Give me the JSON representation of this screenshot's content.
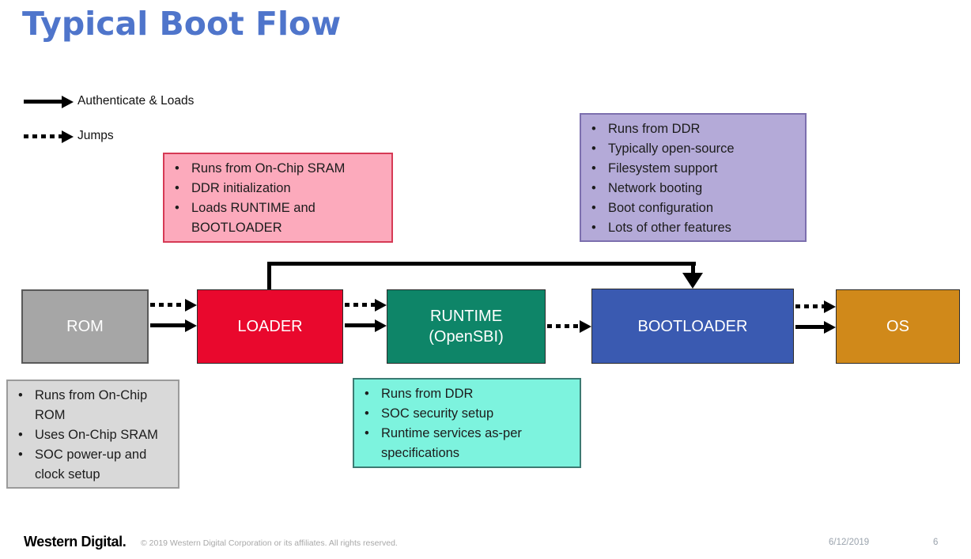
{
  "title": {
    "text": "Typical Boot Flow",
    "color": "#4f75cb"
  },
  "legend": {
    "authenticate_label": "Authenticate & Loads",
    "jumps_label": "Jumps"
  },
  "nodes": {
    "rom": {
      "label": "ROM",
      "fill": "#a6a6a6",
      "border": "#595959"
    },
    "loader": {
      "label": "LOADER",
      "fill": "#e9082d",
      "border": "#2b2b2b"
    },
    "runtime": {
      "label": "RUNTIME",
      "sublabel": "(OpenSBI)",
      "fill": "#0e8568",
      "border": "#2b2b2b"
    },
    "bootloader": {
      "label": "BOOTLOADER",
      "fill": "#3a5ab1",
      "border": "#2b2b2b"
    },
    "os": {
      "label": "OS",
      "fill": "#d0891a",
      "border": "#2b2b2b"
    }
  },
  "callouts": {
    "loader": {
      "fill": "#fcaabc",
      "border": "#d63a55",
      "items": [
        "Runs from On-Chip SRAM",
        "DDR initialization",
        "Loads RUNTIME and BOOTLOADER"
      ]
    },
    "bootloader": {
      "fill": "#b4aad8",
      "border": "#7c6fae",
      "items": [
        "Runs from DDR",
        "Typically open-source",
        "Filesystem support",
        "Network booting",
        "Boot configuration",
        "Lots of other features"
      ]
    },
    "rom": {
      "fill": "#d9d9d9",
      "border": "#9b9b9b",
      "items": [
        "Runs from On-Chip ROM",
        "Uses On-Chip SRAM",
        "SOC power-up and clock setup"
      ]
    },
    "runtime": {
      "fill": "#7df3de",
      "border": "#3c7a72",
      "items": [
        "Runs from DDR",
        "SOC security setup",
        "Runtime services as-per specifications"
      ]
    }
  },
  "footer": {
    "logo": "Western Digital.",
    "copyright": "© 2019 Western Digital Corporation or its affiliates. All rights reserved.",
    "date": "6/12/2019",
    "page": "6"
  }
}
